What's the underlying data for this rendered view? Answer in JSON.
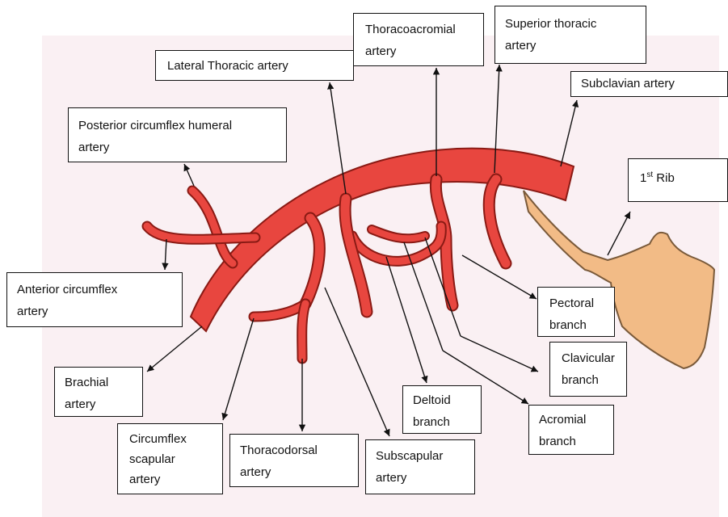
{
  "labels": {
    "subclavian": "Subclavian artery",
    "superior_thoracic": "Superior thoracic\nartery",
    "thoracoacromial": "Thoracoacromial\nartery",
    "lateral_thoracic": "Lateral Thoracic artery",
    "posterior_circumflex": "Posterior circumflex humeral\nartery",
    "first_rib": "1st Rib",
    "anterior_circumflex": "Anterior circumflex\nartery",
    "brachial": "Brachial\nartery",
    "circumflex_scapular": "Circumflex\nscapular\nartery",
    "thoracodorsal": "Thoracodorsal\nartery",
    "subscapular": "Subscapular\nartery",
    "deltoid": "Deltoid\nbranch",
    "acromial": "Acromial\nbranch",
    "clavicular": "Clavicular\nbranch",
    "pectoral": "Pectoral\nbranch"
  },
  "colors": {
    "artery": "#e8463f",
    "artery_outline": "#8a1a14",
    "rib": "#f2bb86",
    "rib_outline": "#7a5a3a",
    "paper": "#faf0f3"
  }
}
